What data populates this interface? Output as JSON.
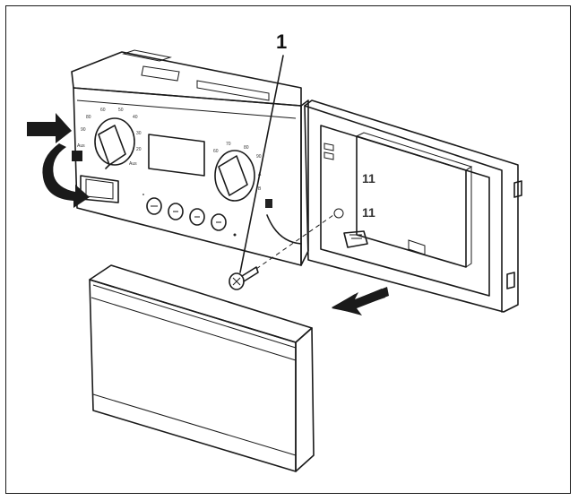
{
  "figure": {
    "callouts": [
      {
        "id": "screw",
        "label": "1"
      }
    ],
    "panel_marks": [
      "11",
      "11"
    ],
    "icons": [
      "arrow-in-icon",
      "rotate-arrow-icon",
      "pull-out-arrow-icon",
      "screw-icon"
    ]
  }
}
